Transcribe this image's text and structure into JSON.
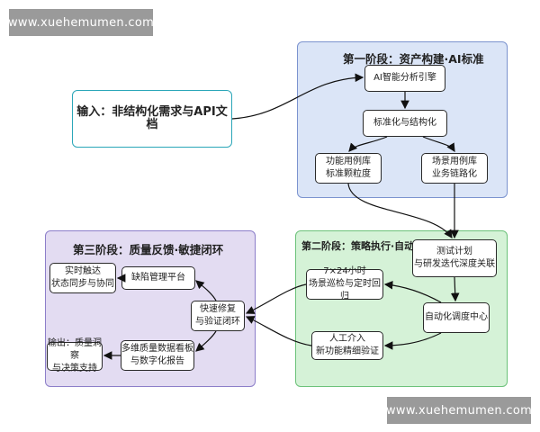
{
  "watermark": {
    "text": "www.xuehemumen.com"
  },
  "input_node": {
    "label": "输入：非结构化需求与API文档"
  },
  "stage1": {
    "title": "第一阶段：资产构建·AI标准",
    "nodes": {
      "ai_engine": "AI智能分析引擎",
      "standardize": "标准化与结构化",
      "func_line1": "功能用例库",
      "func_line2": "标准颗粒度",
      "scene_line1": "场景用例库",
      "scene_line2": "业务链路化"
    }
  },
  "stage2": {
    "title": "第二阶段：策略执行·自动化",
    "nodes": {
      "plan_line1": "测试计划",
      "plan_line2": "与研发迭代深度关联",
      "patrol_line1": "7×24小时",
      "patrol_line2": "场景巡检与定时回归",
      "scheduler": "自动化调度中心",
      "manual_line1": "人工介入",
      "manual_line2": "新功能精细验证"
    }
  },
  "stage3": {
    "title": "第三阶段：质量反馈·敏捷闭环",
    "nodes": {
      "sync_line1": "实时触达",
      "sync_line2": "状态同步与协同",
      "defect": "缺陷管理平台",
      "fix_line1": "快速修复",
      "fix_line2": "与验证闭环",
      "output_line1": "输出：质量洞察",
      "output_line2": "与决策支持",
      "dashboard_line1": "多维质量数据看板",
      "dashboard_line2": "与数字化报告"
    }
  }
}
